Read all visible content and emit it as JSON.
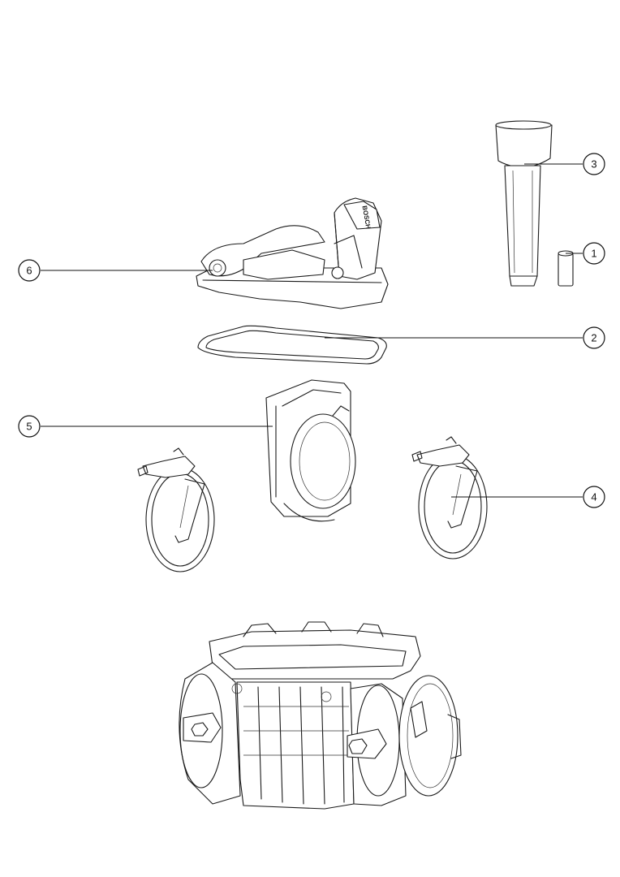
{
  "callouts": [
    {
      "id": "1",
      "label": "1"
    },
    {
      "id": "2",
      "label": "2"
    },
    {
      "id": "3",
      "label": "3"
    },
    {
      "id": "4",
      "label": "4"
    },
    {
      "id": "5",
      "label": "5"
    },
    {
      "id": "6",
      "label": "6"
    }
  ],
  "logo_text": "BOSCH"
}
